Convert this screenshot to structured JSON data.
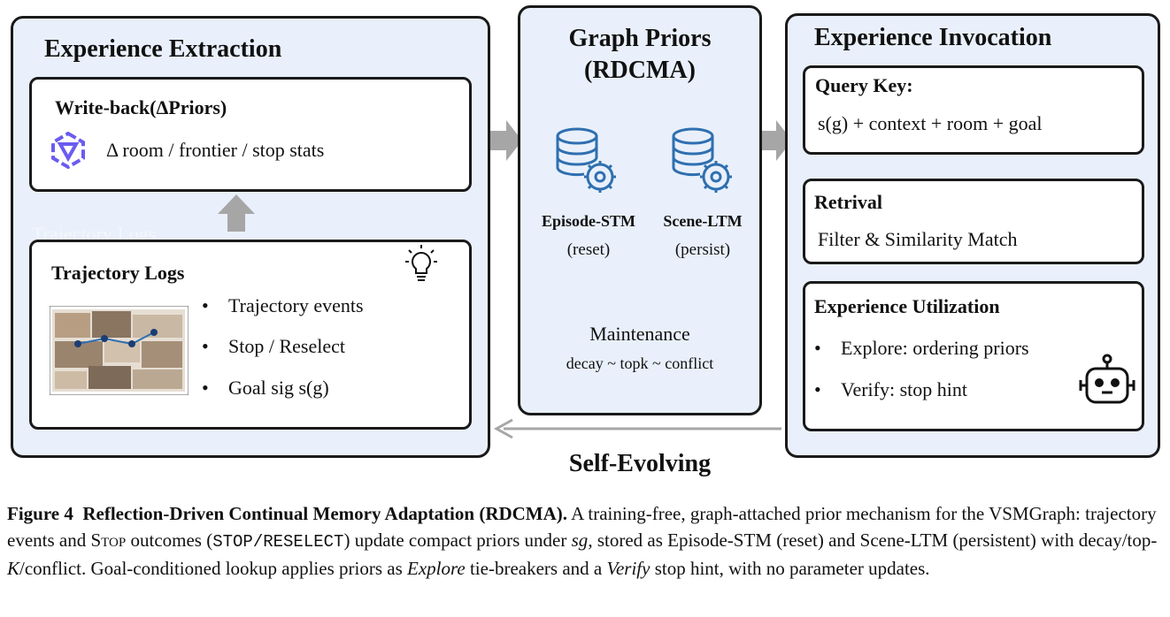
{
  "left_panel": {
    "title": "Experience Extraction",
    "writeback": {
      "title": "Write-back(ΔPriors)",
      "text": "Δ room / frontier / stop stats"
    },
    "watermark": "Trajectory Logs",
    "logs": {
      "title": "Trajectory Logs",
      "bullets": [
        "Trajectory events",
        "Stop / Reselect",
        "Goal sig s(g)"
      ]
    }
  },
  "center_panel": {
    "title_line1": "Graph Priors",
    "title_line2": "(RDCMA)",
    "stm": {
      "name": "Episode-STM",
      "note": "(reset)"
    },
    "ltm": {
      "name": "Scene-LTM",
      "note": "(persist)"
    },
    "maintenance": {
      "title": "Maintenance",
      "text": "decay ~ topk ~ conflict"
    }
  },
  "right_panel": {
    "title": "Experience Invocation",
    "query": {
      "title": "Query Key:",
      "text": "s(g) + context + room + goal"
    },
    "retrieval": {
      "title": "Retrival",
      "text": "Filter & Similarity Match"
    },
    "utilization": {
      "title": "Experience Utilization",
      "bullets": [
        "Explore: ordering priors",
        "Verify: stop hint"
      ]
    }
  },
  "feedback_label": "Self-Evolving",
  "caption": {
    "label": "Figure 4",
    "bold_title": "Reflection-Driven Continual Memory Adaptation (RDCMA).",
    "s1": " A training-free, graph-attached prior mechanism for the VSMGraph: trajectory events and ",
    "stop_word": "Stop",
    "s2": " outcomes (",
    "code": "STOP/RESELECT",
    "s3": ") update compact priors under ",
    "sg": "sg",
    "s4": ", stored as Episode-STM (reset) and Scene-LTM (persistent) with decay/top-",
    "k": "K",
    "s5": "/conflict. Goal-conditioned lookup applies priors as ",
    "explore": "Explore",
    "s6": " tie-breakers and a ",
    "verify": "Verify",
    "s7": " stop hint, with no parameter updates."
  },
  "colors": {
    "panel_fill": "#e9f0fb",
    "arrow_gray": "#a6a6a6",
    "icon_blue": "#2f6fb0",
    "logo_purple": "#6a5cf0"
  }
}
